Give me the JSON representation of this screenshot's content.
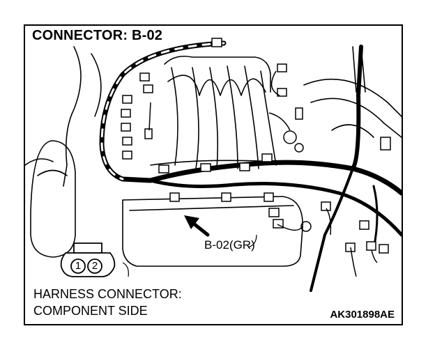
{
  "title": "CONNECTOR: B-02",
  "callout": "B-02(GR)",
  "pins": [
    "1",
    "2"
  ],
  "caption_line1": "HARNESS CONNECTOR:",
  "caption_line2": "COMPONENT SIDE",
  "figure_code": "AK301898AE"
}
